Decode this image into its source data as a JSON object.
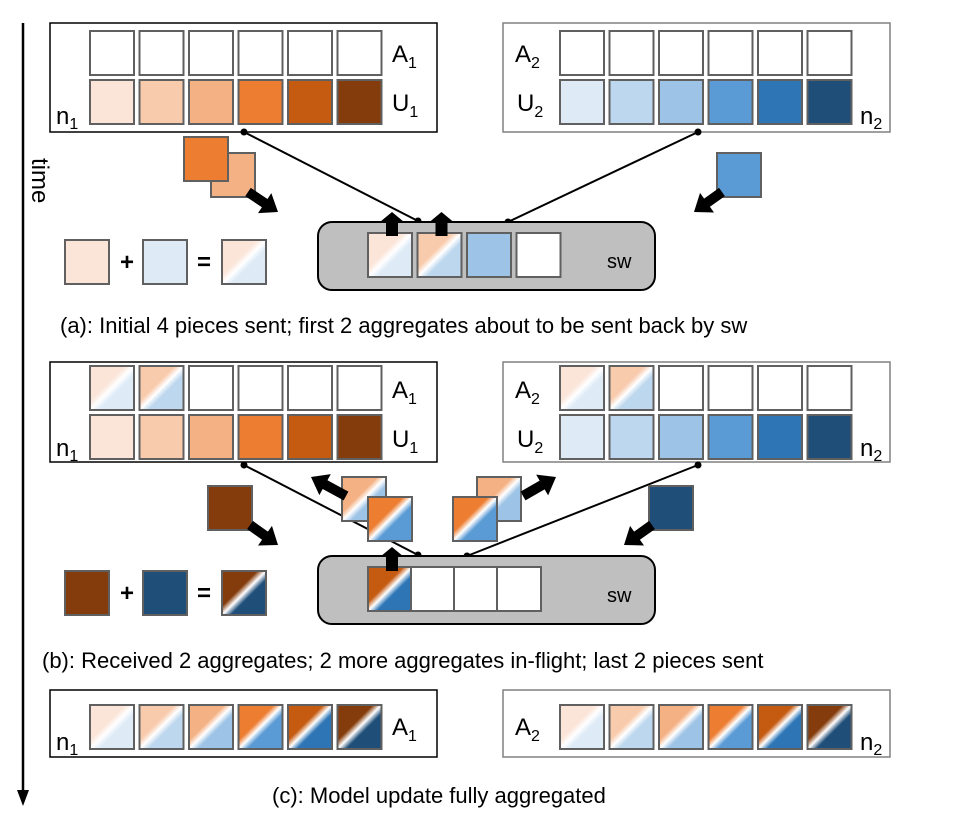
{
  "time_axis": {
    "label": "time"
  },
  "palette": {
    "orange": [
      "#fbe5d8",
      "#f8cbad",
      "#f4b183",
      "#ed7d31",
      "#c55a11",
      "#843c0c"
    ],
    "blue": [
      "#deebf7",
      "#bdd7ee",
      "#9dc3e6",
      "#5b9bd5",
      "#2e75b6",
      "#1f4e79"
    ],
    "empty": "#ffffff",
    "cell_border": "#606060",
    "switch_fill": "#bfbfbf"
  },
  "nodes": {
    "n1": {
      "name": "n",
      "index": "1",
      "agg_label": "A",
      "upd_label": "U"
    },
    "n2": {
      "name": "n",
      "index": "2",
      "agg_label": "A",
      "upd_label": "U"
    }
  },
  "switch": {
    "label": "sw"
  },
  "operators": {
    "plus": "+",
    "equals": "="
  },
  "panels": [
    {
      "id": "a",
      "caption": "(a): Initial 4 pieces sent; first 2 aggregates about to be sent back by sw",
      "n1_A": [
        "empty",
        "empty",
        "empty",
        "empty",
        "empty",
        "empty"
      ],
      "n2_A": [
        "empty",
        "empty",
        "empty",
        "empty",
        "empty",
        "empty"
      ],
      "switch_slots": [
        "agg:0",
        "agg:1",
        "blue:2",
        "empty"
      ],
      "switch_up_arrows": [
        0,
        1
      ],
      "in_flight_n1": [
        "orange:3",
        "orange:2"
      ],
      "in_flight_n2": [
        "blue:3"
      ],
      "legend": [
        "orange:0",
        "blue:0",
        "agg:0"
      ]
    },
    {
      "id": "b",
      "caption": "(b): Received 2 aggregates; 2 more aggregates in-flight; last 2 pieces sent",
      "n1_A": [
        "agg:0",
        "agg:1",
        "empty",
        "empty",
        "empty",
        "empty"
      ],
      "n2_A": [
        "agg:0",
        "agg:1",
        "empty",
        "empty",
        "empty",
        "empty"
      ],
      "switch_slots": [
        "agg:4",
        "empty",
        "empty",
        "empty"
      ],
      "switch_up_arrows": [
        0
      ],
      "in_flight_to_n1": [
        "agg:2",
        "agg:3"
      ],
      "in_flight_to_n2": [
        "agg:3",
        "agg:2"
      ],
      "in_flight_n1": [
        "orange:5"
      ],
      "in_flight_n2": [
        "blue:5"
      ],
      "legend": [
        "orange:5",
        "blue:5",
        "agg:5"
      ]
    },
    {
      "id": "c",
      "caption": "(c): Model update fully aggregated",
      "n1_A": [
        "agg:0",
        "agg:1",
        "agg:2",
        "agg:3",
        "agg:4",
        "agg:5"
      ],
      "n2_A": [
        "agg:0",
        "agg:1",
        "agg:2",
        "agg:3",
        "agg:4",
        "agg:5"
      ]
    }
  ]
}
